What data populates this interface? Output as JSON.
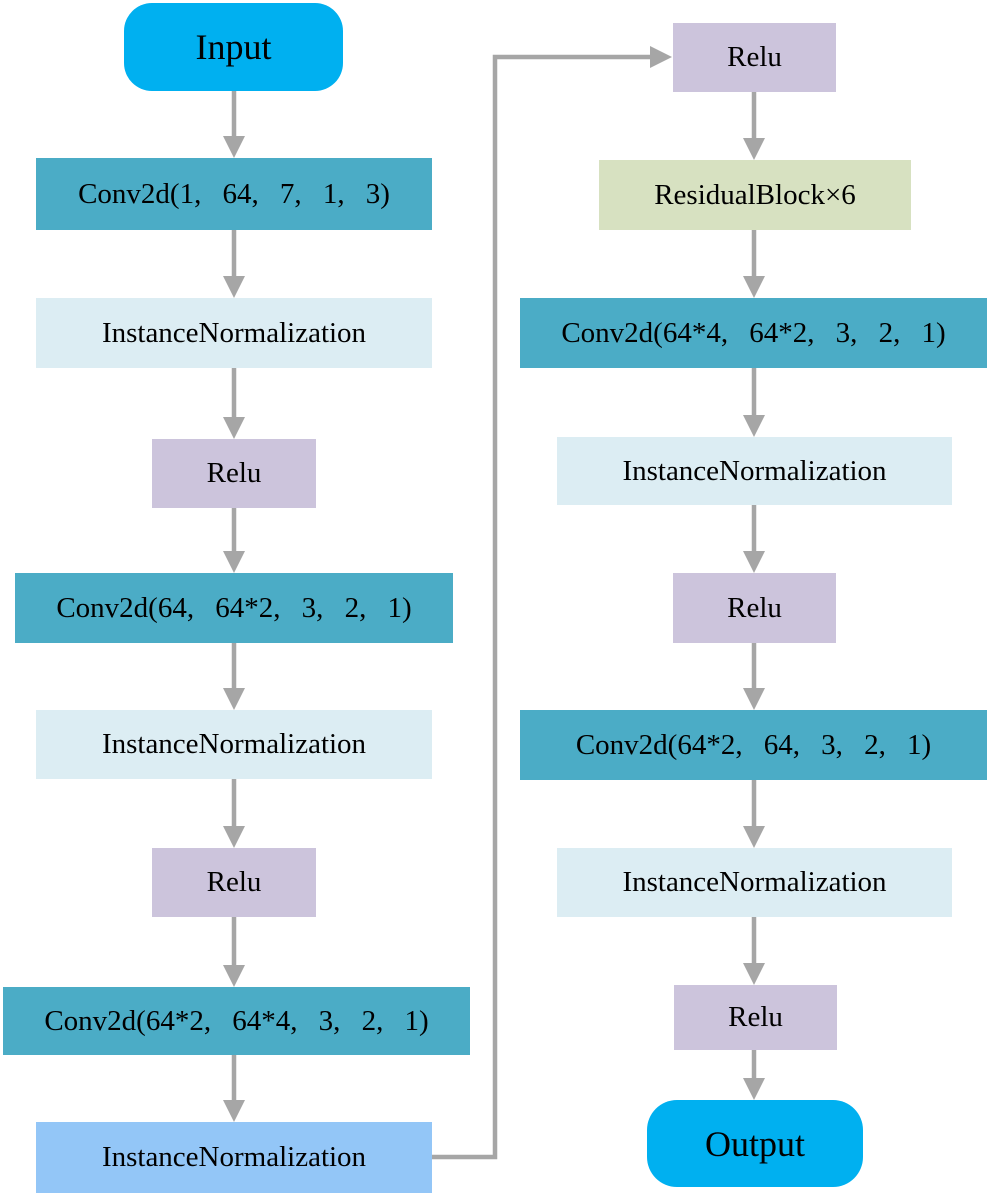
{
  "diagram": {
    "kind": "flowchart",
    "columns": 2
  },
  "palette": {
    "terminal": "#00b0f0",
    "conv": "#4bacc6",
    "norm": "#dcedf3",
    "norm_highlight": "#93c6f7",
    "relu": "#ccc4dc",
    "residual": "#d7e1c1",
    "arrow": "#a6a6a6",
    "text": "#000000",
    "background": "#ffffff"
  },
  "nodes": [
    {
      "id": "input",
      "label": "Input",
      "type": "terminal"
    },
    {
      "id": "conv1",
      "label": "Conv2d(1, 64, 7, 1, 3)",
      "type": "conv"
    },
    {
      "id": "in1",
      "label": "InstanceNormalization",
      "type": "norm"
    },
    {
      "id": "relu1",
      "label": "Relu",
      "type": "relu"
    },
    {
      "id": "conv2",
      "label": "Conv2d(64, 64*2, 3, 2, 1)",
      "type": "conv"
    },
    {
      "id": "in2",
      "label": "InstanceNormalization",
      "type": "norm"
    },
    {
      "id": "relu2",
      "label": "Relu",
      "type": "relu"
    },
    {
      "id": "conv3",
      "label": "Conv2d(64*2, 64*4, 3, 2, 1)",
      "type": "conv"
    },
    {
      "id": "in3",
      "label": "InstanceNormalization",
      "type": "norm_highlight"
    },
    {
      "id": "relu3",
      "label": "Relu",
      "type": "relu"
    },
    {
      "id": "res1",
      "label": "ResidualBlock×6",
      "type": "residual"
    },
    {
      "id": "conv4",
      "label": "Conv2d(64*4, 64*2, 3, 2, 1)",
      "type": "conv"
    },
    {
      "id": "in4",
      "label": "InstanceNormalization",
      "type": "norm"
    },
    {
      "id": "relu4",
      "label": "Relu",
      "type": "relu"
    },
    {
      "id": "conv5",
      "label": "Conv2d(64*2, 64, 3, 2, 1)",
      "type": "conv"
    },
    {
      "id": "in5",
      "label": "InstanceNormalization",
      "type": "norm"
    },
    {
      "id": "relu5",
      "label": "Relu",
      "type": "relu"
    },
    {
      "id": "output",
      "label": "Output",
      "type": "terminal"
    }
  ],
  "edges": [
    {
      "from": "input",
      "to": "conv1"
    },
    {
      "from": "conv1",
      "to": "in1"
    },
    {
      "from": "in1",
      "to": "relu1"
    },
    {
      "from": "relu1",
      "to": "conv2"
    },
    {
      "from": "conv2",
      "to": "in2"
    },
    {
      "from": "in2",
      "to": "relu2"
    },
    {
      "from": "relu2",
      "to": "conv3"
    },
    {
      "from": "conv3",
      "to": "in3"
    },
    {
      "from": "in3",
      "to": "relu3",
      "routing": "elbow-right-up"
    },
    {
      "from": "relu3",
      "to": "res1"
    },
    {
      "from": "res1",
      "to": "conv4"
    },
    {
      "from": "conv4",
      "to": "in4"
    },
    {
      "from": "in4",
      "to": "relu4"
    },
    {
      "from": "relu4",
      "to": "conv5"
    },
    {
      "from": "conv5",
      "to": "in5"
    },
    {
      "from": "in5",
      "to": "relu5"
    },
    {
      "from": "relu5",
      "to": "output"
    }
  ]
}
